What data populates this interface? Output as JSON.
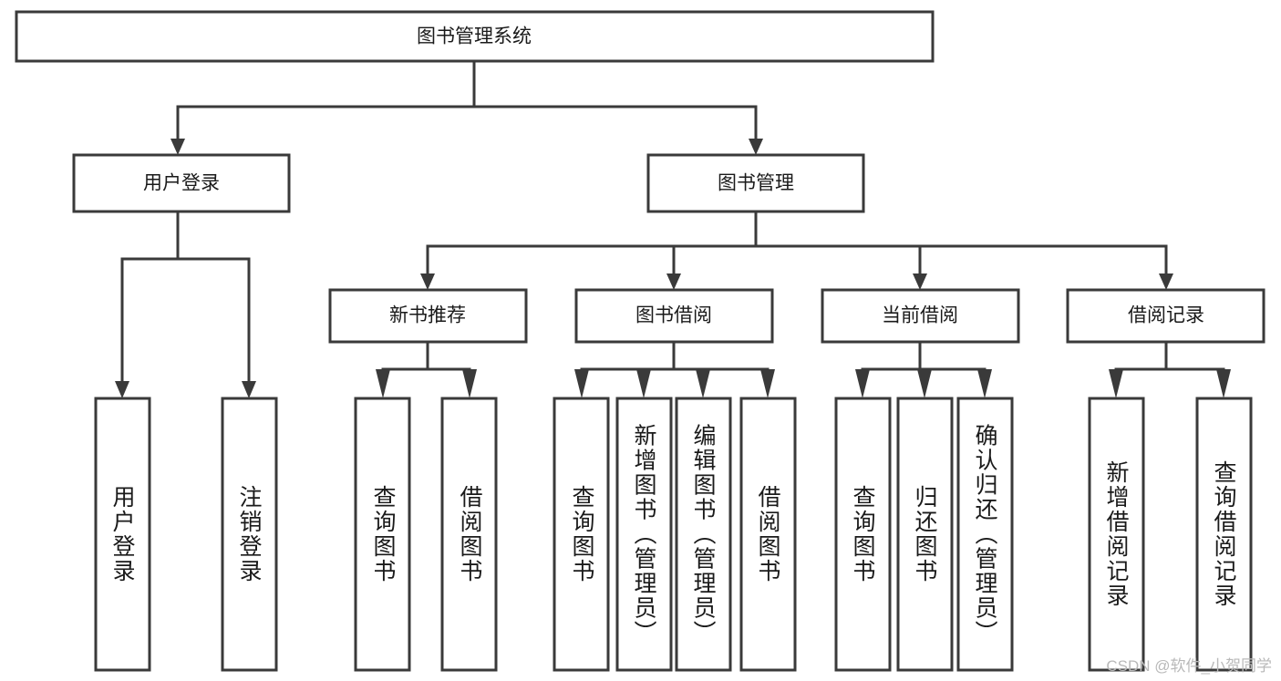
{
  "diagram": {
    "title": "图书管理系统",
    "type": "hierarchy-tree",
    "watermark": "CSDN @软件_小贺同学",
    "colors": {
      "stroke": "#3a3a3a",
      "fill": "#ffffff",
      "text": "#1a1a1a",
      "watermark": "#b9b9b9"
    },
    "levels": {
      "root": {
        "label": "图书管理系统"
      },
      "level2": [
        {
          "label": "用户登录"
        },
        {
          "label": "图书管理"
        }
      ],
      "level3": [
        {
          "label": "新书推荐"
        },
        {
          "label": "图书借阅"
        },
        {
          "label": "当前借阅"
        },
        {
          "label": "借阅记录"
        }
      ],
      "leaves": {
        "user_login": [
          {
            "label": "用户登录"
          },
          {
            "label": "注销登录"
          }
        ],
        "new_book_recommend": [
          {
            "label": "查询图书"
          },
          {
            "label": "借阅图书"
          }
        ],
        "book_borrow": [
          {
            "label": "查询图书"
          },
          {
            "label": "新增图书（管理员）"
          },
          {
            "label": "编辑图书（管理员）"
          },
          {
            "label": "借阅图书"
          }
        ],
        "current_borrow": [
          {
            "label": "查询图书"
          },
          {
            "label": "归还图书"
          },
          {
            "label": "确认归还（管理员）"
          }
        ],
        "borrow_record": [
          {
            "label": "新增借阅记录"
          },
          {
            "label": "查询借阅记录"
          }
        ]
      }
    }
  }
}
